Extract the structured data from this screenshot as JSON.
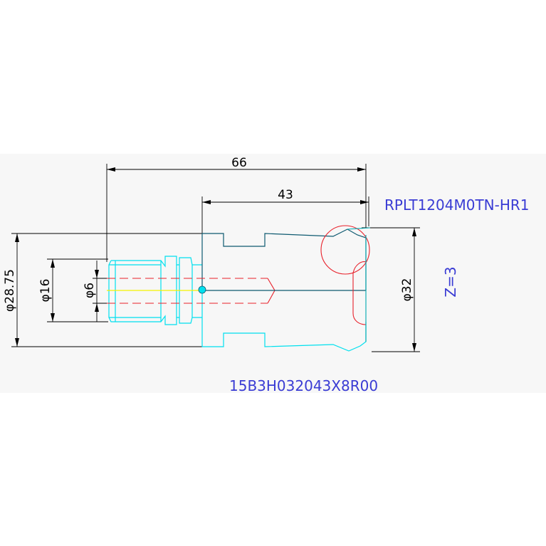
{
  "dimensions": {
    "overall_length": "66",
    "body_length": "43",
    "shank_diameter": "φ28.75",
    "pilot_diameter": "φ16",
    "bore_diameter": "φ6",
    "cutting_diameter": "φ32"
  },
  "labels": {
    "insert_code": "RPLT1204M0TN-HR1",
    "teeth_count": "Z=3",
    "part_number": "15B3H032043X8R00"
  },
  "colors": {
    "dimension": "#000000",
    "shank_outline": "#00e0ee",
    "hidden_lines": "#e8202a",
    "annotation": "#3a3cd4"
  }
}
